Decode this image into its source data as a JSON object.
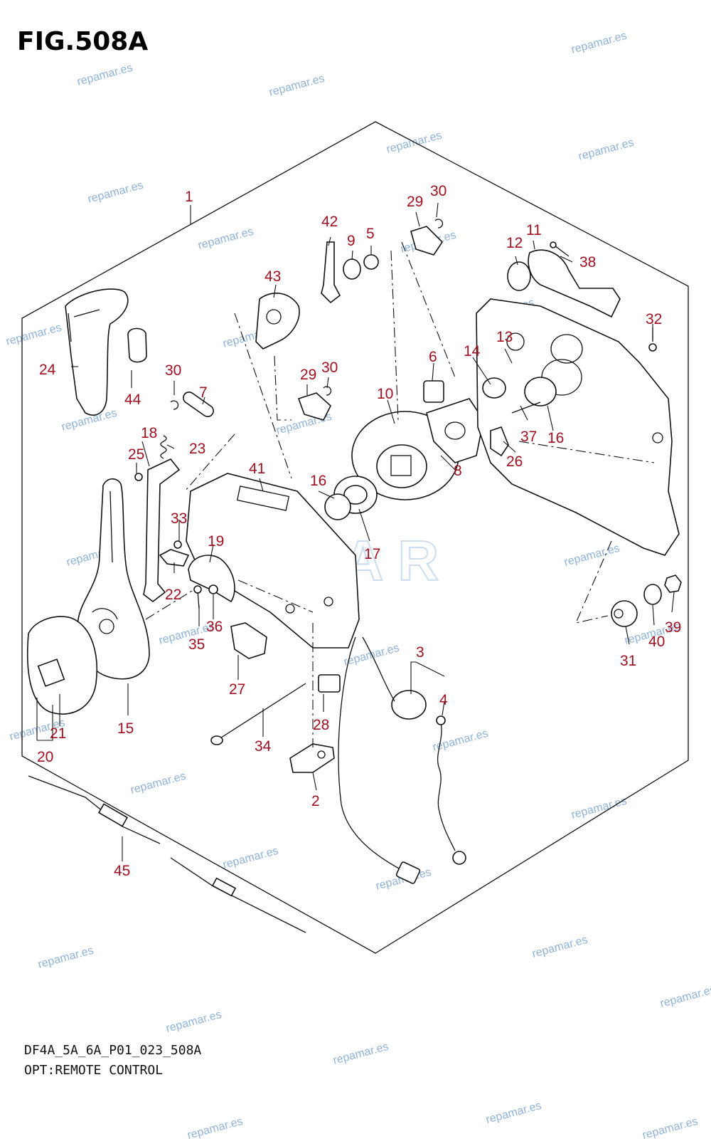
{
  "header": {
    "fig_title": "FIG.508A"
  },
  "footer": {
    "model_code": "DF4A_5A_6A_P01_023_508A",
    "section": "OPT:REMOTE CONTROL"
  },
  "watermark": {
    "text": "repamar.es",
    "logo_lines": [
      "RE",
      "MAR"
    ]
  },
  "callouts": [
    "1",
    "2",
    "3",
    "4",
    "5",
    "6",
    "7",
    "8",
    "9",
    "10",
    "11",
    "12",
    "13",
    "14",
    "15",
    "16",
    "16",
    "17",
    "18",
    "19",
    "20",
    "21",
    "22",
    "23",
    "24",
    "25",
    "26",
    "27",
    "28",
    "29",
    "29",
    "30",
    "30",
    "30",
    "31",
    "32",
    "33",
    "34",
    "35",
    "36",
    "37",
    "38",
    "39",
    "40",
    "41",
    "42",
    "43",
    "44",
    "45"
  ],
  "colors": {
    "callout": "#a01020",
    "watermark": "#8fb3d9",
    "line": "#111111"
  }
}
